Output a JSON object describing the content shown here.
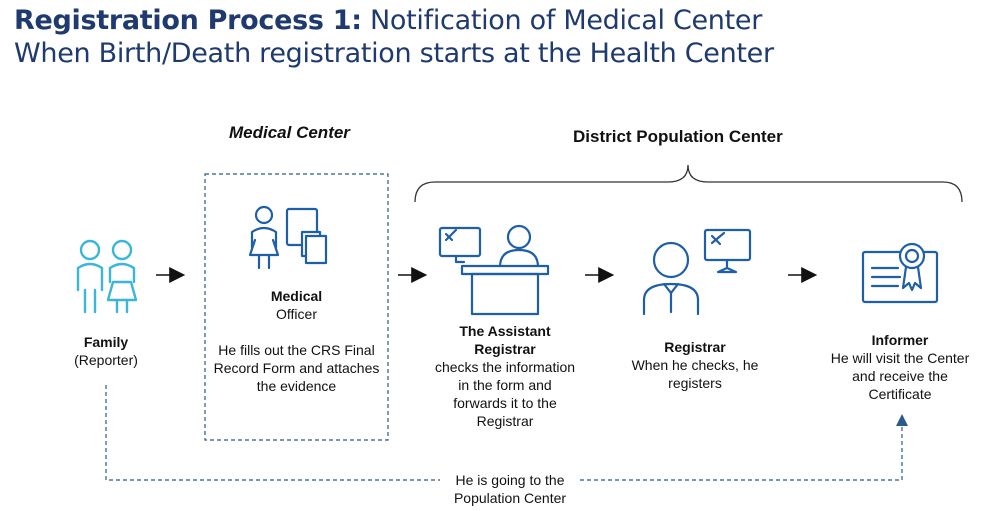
{
  "title": {
    "bold_part": "Registration Process 1:",
    "rest_line1": " Notification of Medical Center",
    "line2": "When Birth/Death registration starts at the Health Center"
  },
  "sections": {
    "medical_center": "Medical Center",
    "district_population_center": "District Population Center"
  },
  "actors": {
    "family": {
      "name": "Family",
      "role": "(Reporter)"
    },
    "medical_officer": {
      "name": "Medical",
      "role": "Officer",
      "action": "He fills out the CRS Final Record Form and attaches the evidence"
    },
    "assistant_registrar": {
      "name": "The Assistant Registrar",
      "action": "checks the information in the form and forwards it to the Registrar"
    },
    "registrar": {
      "name": "Registrar",
      "action": "When he checks, he registers"
    },
    "informer": {
      "name": "Informer",
      "action": "He will visit the Center and receive the Certificate"
    }
  },
  "bottom_path": {
    "label": "He is going to the Population Center"
  },
  "colors": {
    "title": "#1e3a6e",
    "icon_blue": "#1f5fa8",
    "icon_cyan": "#3bb6d8",
    "dashed": "#2a5a8a"
  },
  "icons": [
    "family-icon",
    "medical-officer-icon",
    "assistant-registrar-icon",
    "registrar-icon",
    "certificate-icon"
  ]
}
